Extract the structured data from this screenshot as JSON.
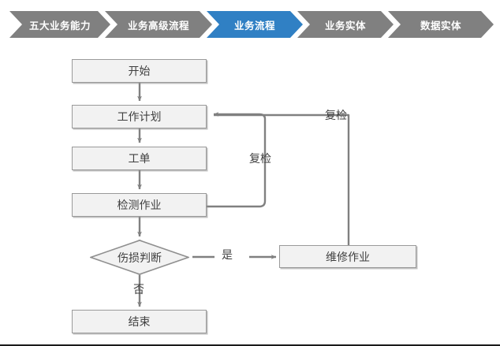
{
  "breadcrumb": {
    "active_color": "#3080C4",
    "inactive_color": "#808080",
    "items": [
      {
        "label": "五大业务能力",
        "active": false
      },
      {
        "label": "业务高级流程",
        "active": false
      },
      {
        "label": "业务流程",
        "active": true
      },
      {
        "label": "业务实体",
        "active": false
      },
      {
        "label": "数据实体",
        "active": false
      }
    ]
  },
  "flowchart": {
    "type": "flowchart",
    "node_fill": "#F2F2F2",
    "node_border": "#9A9A9A",
    "connector_color": "#808080",
    "nodes": [
      {
        "id": "start",
        "shape": "rect",
        "label": "开始"
      },
      {
        "id": "plan",
        "shape": "rect",
        "label": "工作计划"
      },
      {
        "id": "order",
        "shape": "rect",
        "label": "工单"
      },
      {
        "id": "inspect",
        "shape": "rect",
        "label": "检测作业"
      },
      {
        "id": "decide",
        "shape": "diamond",
        "label": "伤损判断"
      },
      {
        "id": "repair",
        "shape": "rect",
        "label": "维修作业"
      },
      {
        "id": "end",
        "shape": "rect",
        "label": "结束"
      }
    ],
    "edges": [
      {
        "from": "start",
        "to": "plan",
        "label": ""
      },
      {
        "from": "plan",
        "to": "order",
        "label": ""
      },
      {
        "from": "order",
        "to": "inspect",
        "label": ""
      },
      {
        "from": "inspect",
        "to": "decide",
        "label": ""
      },
      {
        "from": "decide",
        "to": "repair",
        "label": "是"
      },
      {
        "from": "decide",
        "to": "end",
        "label": "否"
      },
      {
        "from": "inspect",
        "to": "plan",
        "label": "复检"
      },
      {
        "from": "repair",
        "to": "plan",
        "label": "复检"
      }
    ],
    "labels": {
      "yes": "是",
      "no": "否",
      "recheck_inner": "复检",
      "recheck_outer": "复检"
    }
  }
}
